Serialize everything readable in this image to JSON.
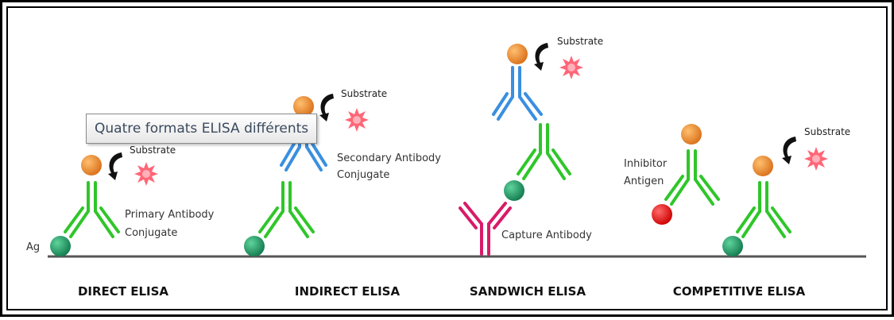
{
  "labels": {
    "ag": "Ag",
    "substrate": "Substrate",
    "primary_line1": "Primary Antibody",
    "primary_line2": "Conjugate",
    "secondary_line1": "Secondary Antibody",
    "secondary_line2": "Conjugate",
    "capture": "Capture Antibody",
    "inhibitor_line1": "Inhibitor",
    "inhibitor_line2": "Antigen"
  },
  "titles": {
    "direct": "DIRECT ELISA",
    "indirect": "INDIRECT ELISA",
    "sandwich": "SANDWICH ELISA",
    "competitive": "COMPETITIVE ELISA"
  },
  "tooltip": "Quatre formats ELISA différents",
  "colors": {
    "frame": "#000000",
    "baseline": "#555555",
    "antigen": "#1e9a66",
    "primary_antibody": "#2fc62a",
    "secondary_antibody": "#3a8fe0",
    "capture_antibody": "#d81b68",
    "enzyme": "#e8872a",
    "substrate": "#ff5a6a",
    "inhibitor": "#dd1111"
  }
}
